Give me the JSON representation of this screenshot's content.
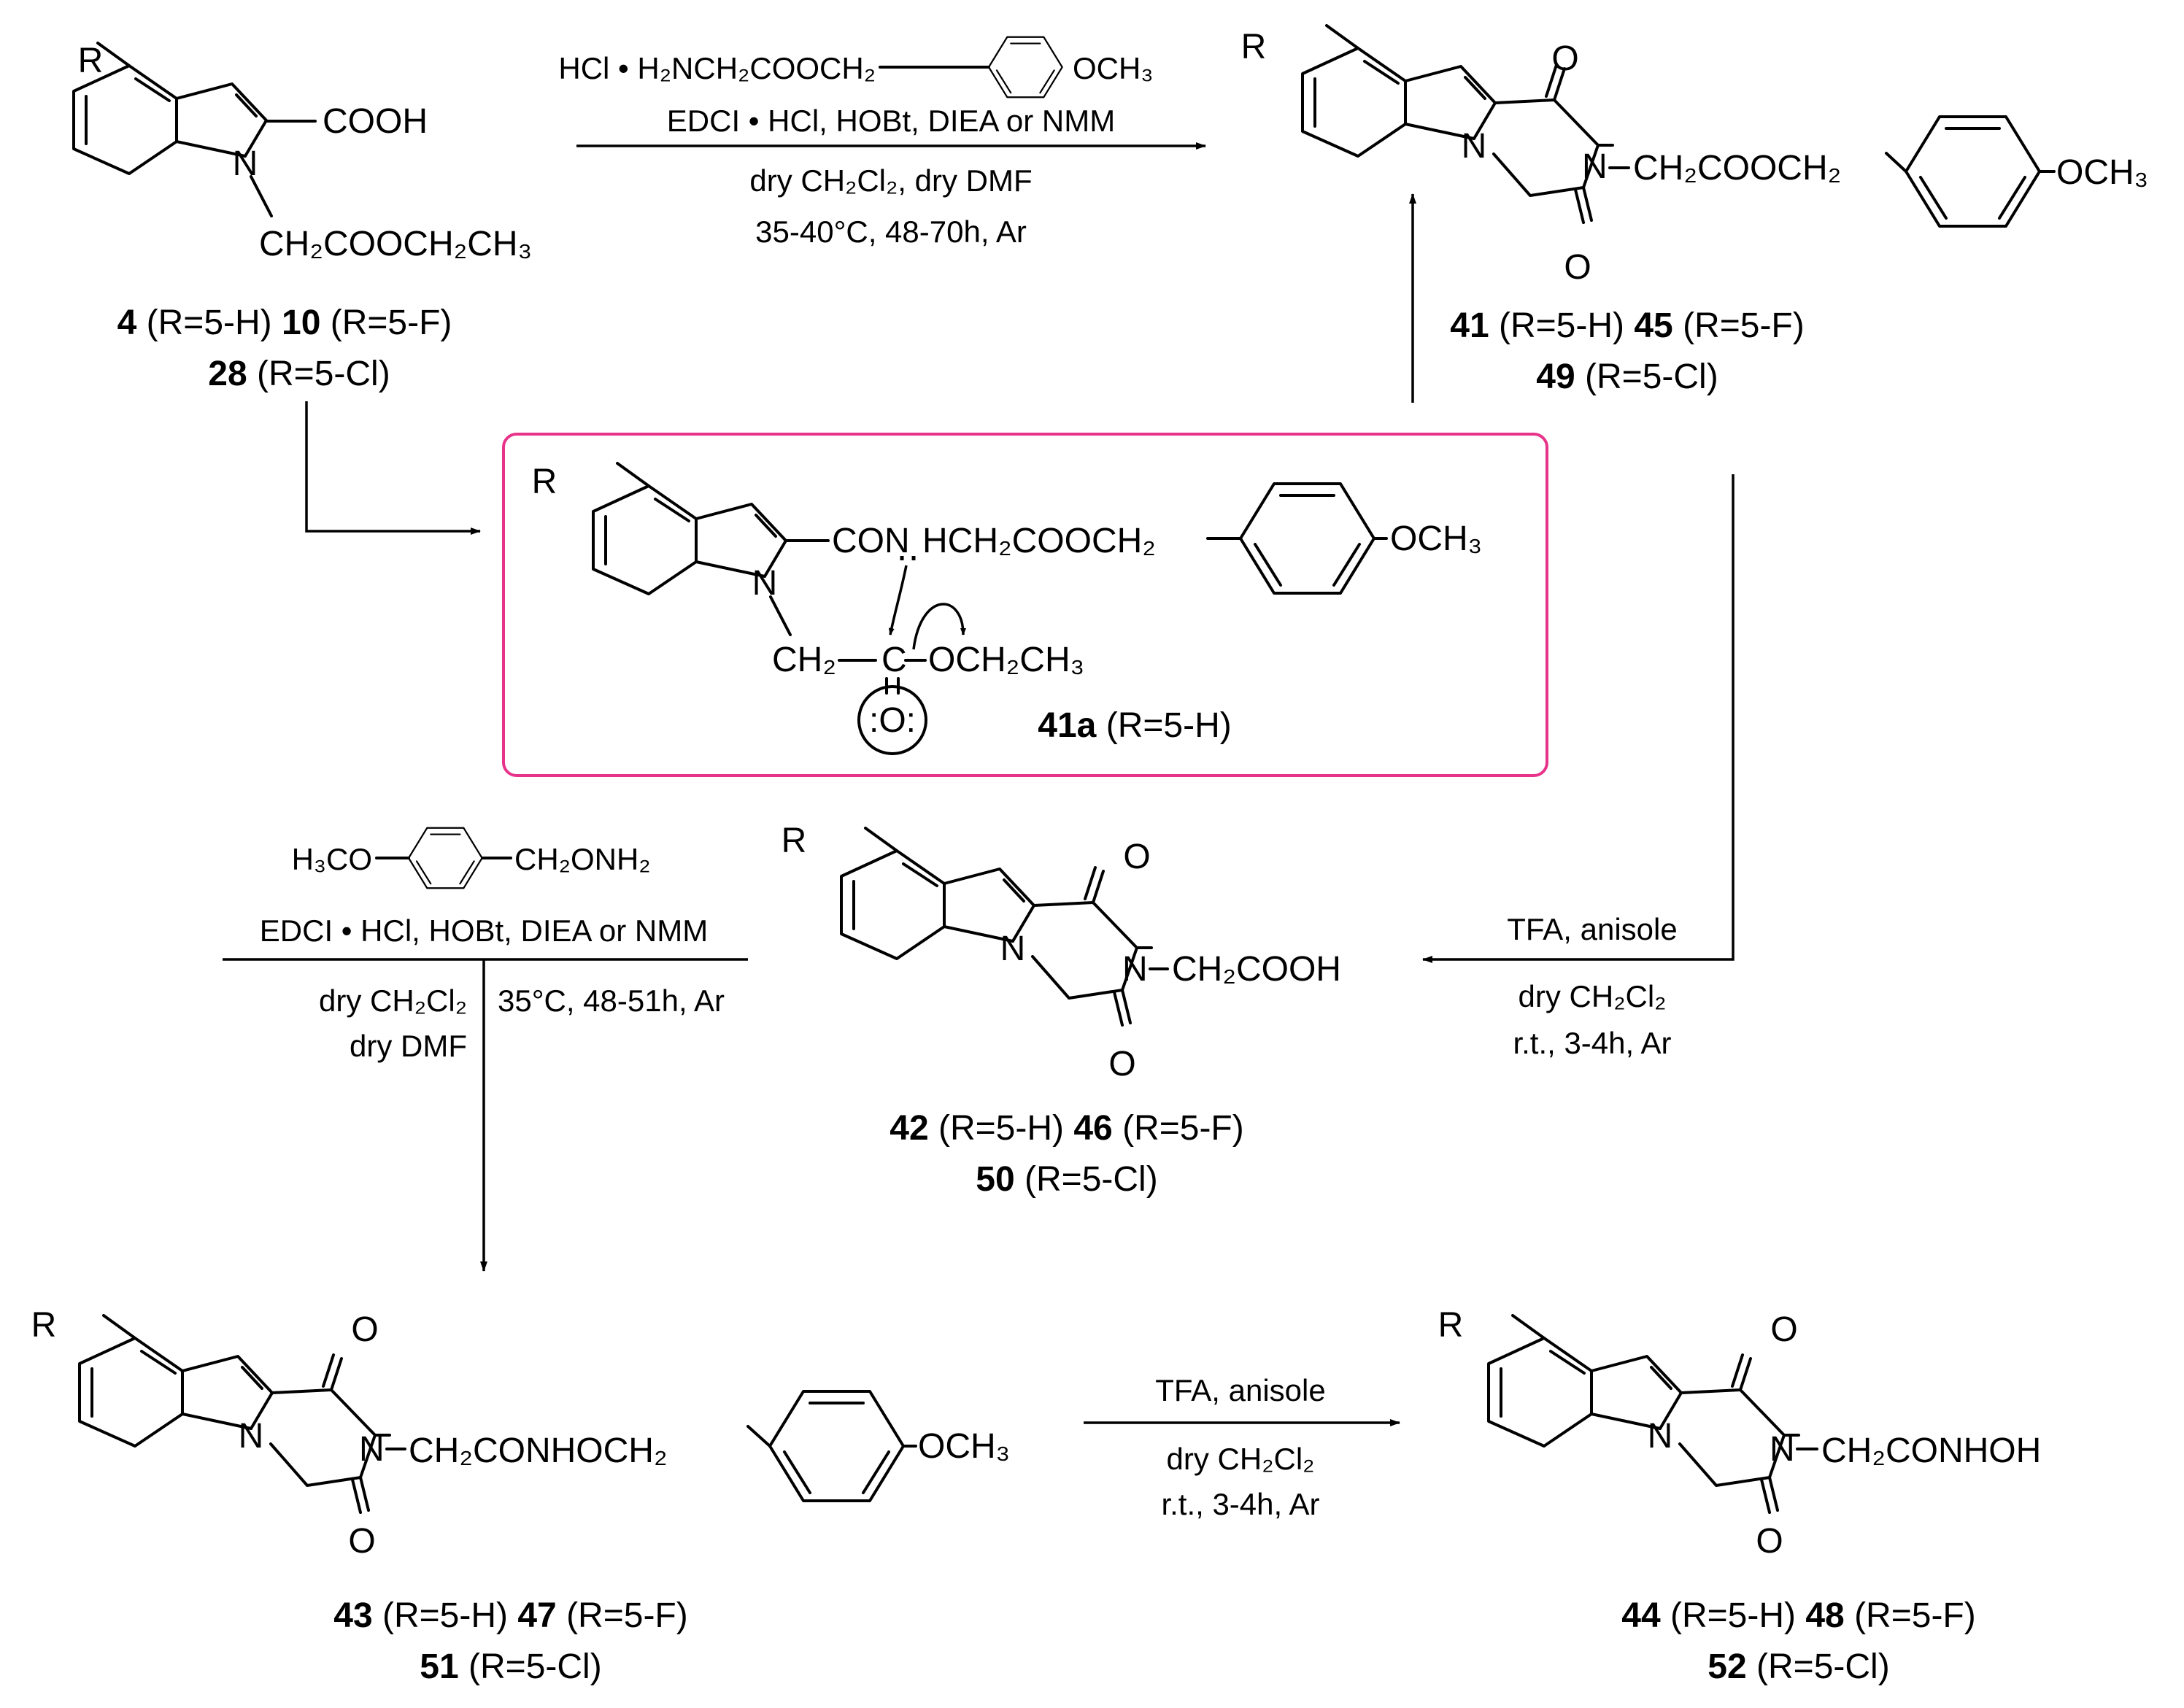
{
  "mol_text": {
    "R": "R",
    "COOH": "COOH",
    "N": "N",
    "O": "O",
    "OCH3": "OCH₃",
    "sm_chain": "CH₂COOCH₂CH₃",
    "pmb_chain": "CH₂COOCH₂",
    "acid_chain": "CH₂COOH",
    "oxyamide_chain": "CH₂CONHOCH₂",
    "hydroxamic_chain": "CH₂CONHOH",
    "int_amide": "CON",
    "int_chain": "HCH₂COOCH₂",
    "int_ch2": "CH₂",
    "int_c": "C",
    "int_oet": "OCH₂CH₃",
    "int_dots": "․․",
    "int_o_dots": ":O:"
  },
  "compound_labels": {
    "sm": {
      "l1_n1": "4",
      "l1_t1": " (R=5-H) ",
      "l1_n2": "10",
      "l1_t2": " (R=5-F)",
      "l2_n": "28",
      "l2_t": " (R=5-Cl)"
    },
    "ester": {
      "l1_n1": "41",
      "l1_t1": " (R=5-H) ",
      "l1_n2": "45",
      "l1_t2": " (R=5-F)",
      "l2_n": "49",
      "l2_t": " (R=5-Cl)"
    },
    "intermediate": {
      "n": "41a",
      "t": " (R=5-H)"
    },
    "acid": {
      "l1_n1": "42",
      "l1_t1": " (R=5-H) ",
      "l1_n2": "46",
      "l1_t2": " (R=5-F)",
      "l2_n": "50",
      "l2_t": " (R=5-Cl)"
    },
    "oxyamide": {
      "l1_n1": "43",
      "l1_t1": " (R=5-H) ",
      "l1_n2": "47",
      "l1_t2": " (R=5-F)",
      "l2_n": "51",
      "l2_t": " (R=5-Cl)"
    },
    "hydroxamic": {
      "l1_n1": "44",
      "l1_t1": " (R=5-H) ",
      "l1_n2": "48",
      "l1_t2": " (R=5-F)",
      "l2_n": "52",
      "l2_t": " (R=5-Cl)"
    }
  },
  "conditions": {
    "step1": {
      "reagent_prefix": "HCl • H₂NCH₂COOCH₂",
      "reagent_suffix": "OCH₃",
      "line2": "EDCI • HCl, HOBt, DIEA or NMM",
      "line3": "dry CH₂Cl₂, dry DMF",
      "line4": "35-40°C, 48-70h, Ar"
    },
    "step2": {
      "line1": "TFA, anisole",
      "line2": "dry CH₂Cl₂",
      "line3": "r.t., 3-4h, Ar"
    },
    "step3": {
      "reagent_prefix": "H₃CO",
      "reagent_suffix": "CH₂ONH₂",
      "line2": "EDCI • HCl, HOBt, DIEA or NMM",
      "left1": "dry CH₂Cl₂",
      "left2": "dry DMF",
      "right1": "35°C, 48-51h, Ar"
    },
    "step4": {
      "line1": "TFA, anisole",
      "line2": "dry CH₂Cl₂",
      "line3": "r.t., 3-4h, Ar"
    }
  },
  "colors": {
    "line": "#000000",
    "highlight_box": "#e8338a"
  }
}
